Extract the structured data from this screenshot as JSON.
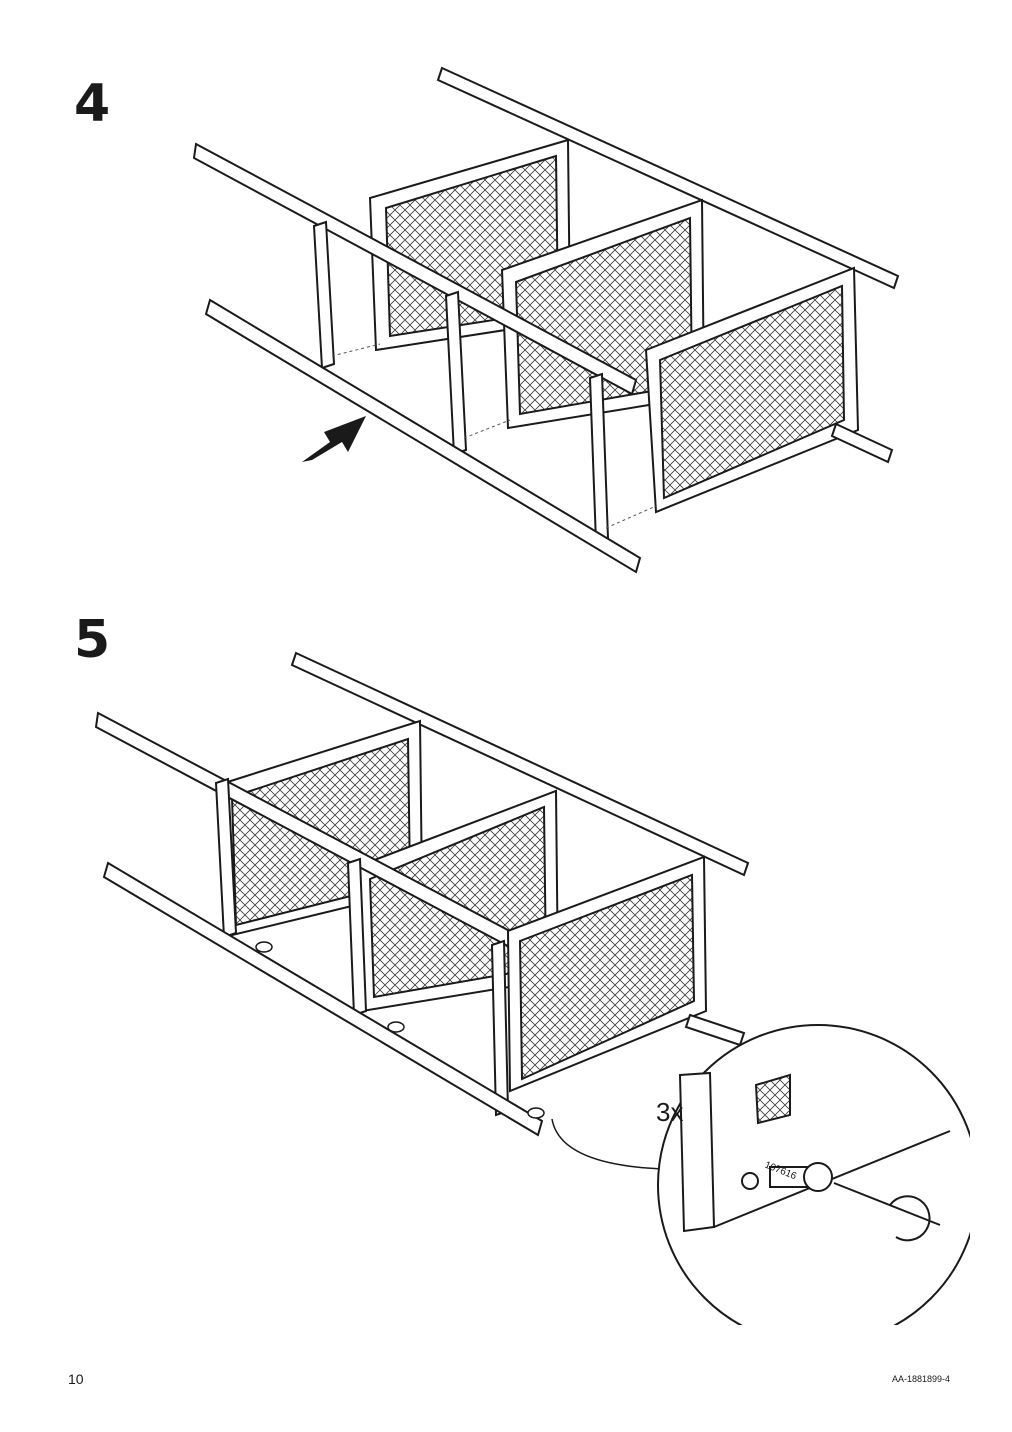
{
  "steps": [
    {
      "number": "4"
    },
    {
      "number": "5",
      "detail": {
        "quantity": "3x",
        "part_number": "107616"
      }
    }
  ],
  "footer": {
    "page_number": "10",
    "doc_code": "AA-1881899-4"
  }
}
